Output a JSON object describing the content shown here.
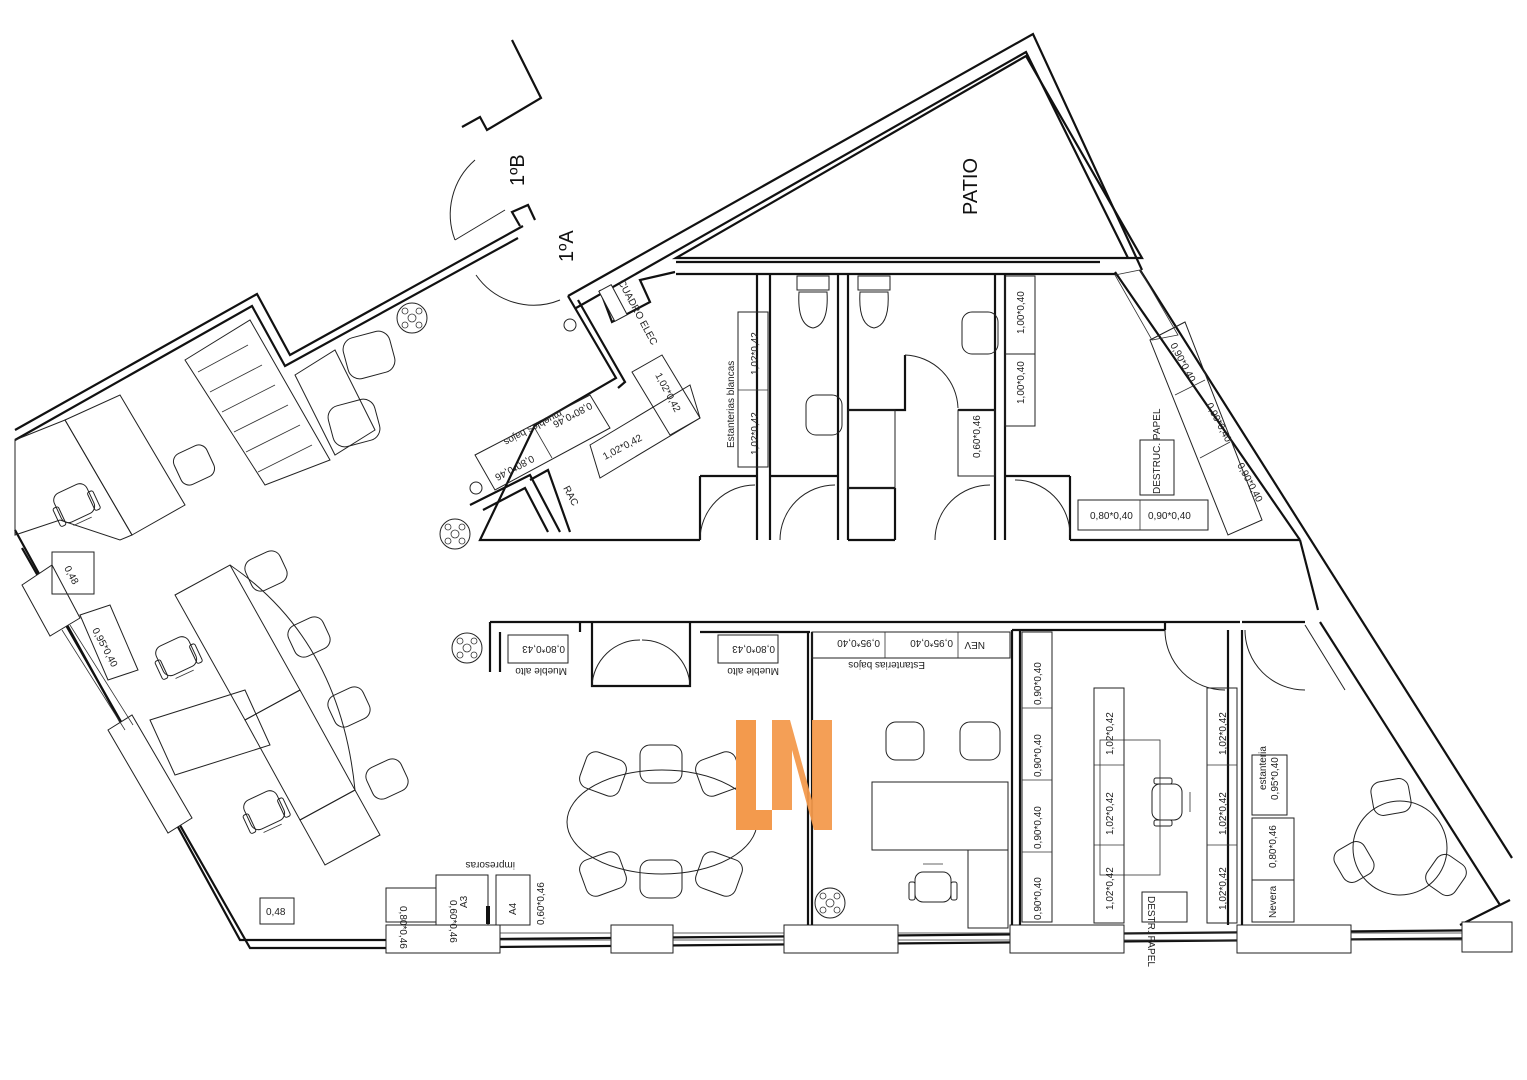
{
  "labels": {
    "patio": "PATIO",
    "unit_1b": "1ºB",
    "unit_1a": "1ºA",
    "cuadro_elec": "CUADRO ELEC",
    "rac": "RAC",
    "muebles_bajos": "muebles bajos",
    "estanterias_blancas": "Estanterias blancas",
    "estanterias_bajos": "Estanterias bajos",
    "mueble_alto_1": "Mueble alto",
    "mueble_alto_2": "Mueble alto",
    "impresoras": "impresoras",
    "a3": "A3",
    "a4": "A4",
    "destruc_papel": "DESTRUC. PAPEL",
    "destr_papel": "DESTR. PAPEL",
    "nevera": "Nevera",
    "nev": "NEV",
    "estanteria": "estanteria"
  },
  "dimensions": {
    "d_080x046_a": "0,80*0,46",
    "d_080x046_b": "0,80*0,46",
    "d_102x042_a": "1,02*0,42",
    "d_102x042_b": "1,02*0,42",
    "d_102x042_c": "1,02*0,42",
    "d_102x042_d": "1,02*0,42",
    "d_100x040_a": "1,00*0,40",
    "d_100x040_b": "1,00*0,40",
    "d_060x046_a": "0,60*0,46",
    "d_090x040_a": "0,90*0,40",
    "d_090x040_b": "0,90*0,40",
    "d_090x040_c": "0,90*0,40",
    "d_080x040_a": "0,80*0,40",
    "d_090x040_d": "0,90*0,40",
    "d_048_a": "0,48",
    "d_095x040_a": "0,95*0,40",
    "d_080x043_a": "0,80*0,43",
    "d_080x043_b": "0,80*0,43",
    "d_095x040_b": "0,95*0,40",
    "d_095x040_c": "0,95*0,40",
    "d_090x040_e": "0,90*0,40",
    "d_090x040_f": "0,90*0,40",
    "d_090x040_g": "0,90*0,40",
    "d_090x040_h": "0,90*0,40",
    "d_102x042_e": "1,02*0,42",
    "d_102x042_f": "1,02*0,42",
    "d_102x042_g": "1,02*0,42",
    "d_102x042_h": "1,02*0,42",
    "d_102x042_i": "1,02*0,42",
    "d_102x042_j": "1,02*0,42",
    "d_095x040_d": "0,95*0,40",
    "d_080x046_c": "0,80*0,46",
    "d_048_b": "0,48",
    "d_080x046_d": "0,80*0,46",
    "d_060x046_b": "0,60*0,46",
    "d_060x046_c": "0,60*0,46"
  },
  "watermark": "LN",
  "colors": {
    "watermark": "#f39a4d",
    "walls": "#111111",
    "background": "#ffffff"
  }
}
